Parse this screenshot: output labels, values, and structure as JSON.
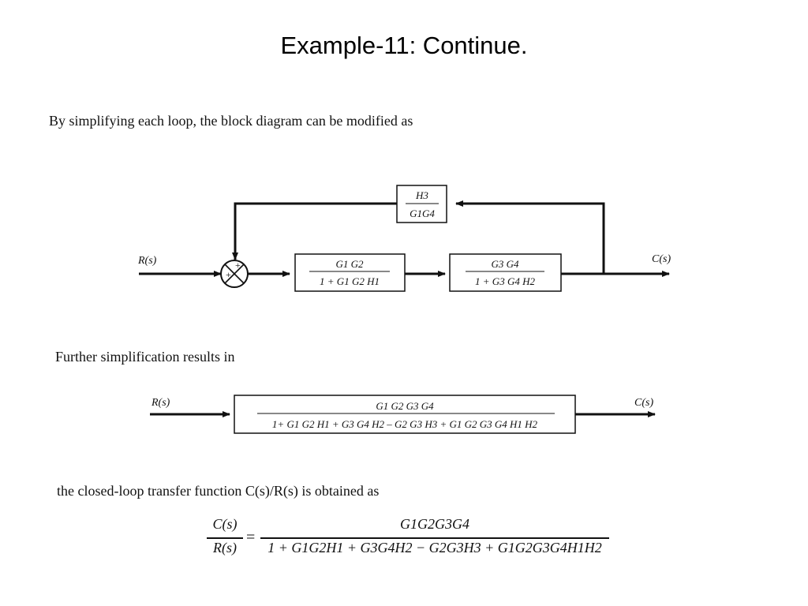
{
  "slide": {
    "title": "Example-11: Continue."
  },
  "paragraphs": {
    "intro": "By simplifying each loop, the block diagram can be modified as",
    "further": "Further simplification results in",
    "closed_loop": "the closed-loop transfer function C(s)/R(s) is obtained as"
  },
  "diagram1": {
    "input_label": "R(s)",
    "output_label": "C(s)",
    "summing_signs": [
      "+",
      "+"
    ],
    "feedback_block": {
      "numerator": "H3",
      "denominator": "G1G4"
    },
    "block1": {
      "numerator": "G1 G2",
      "denominator": "1 + G1 G2 H1"
    },
    "block2": {
      "numerator": "G3 G4",
      "denominator": "1 + G3 G4 H2"
    }
  },
  "diagram2": {
    "input_label": "R(s)",
    "output_label": "C(s)",
    "block": {
      "numerator": "G1 G2 G3 G4",
      "denominator": "1+ G1 G2 H1 + G3 G4 H2 – G2 G3 H3 + G1 G2 G3 G4 H1 H2"
    }
  },
  "equation": {
    "lhs_numerator": "C(s)",
    "lhs_denominator": "R(s)",
    "equals": "=",
    "rhs_numerator": "G1G2G3G4",
    "rhs_denominator": "1 + G1G2H1 + G3G4H2 − G2G3H3 + G1G2G3G4H1H2"
  }
}
